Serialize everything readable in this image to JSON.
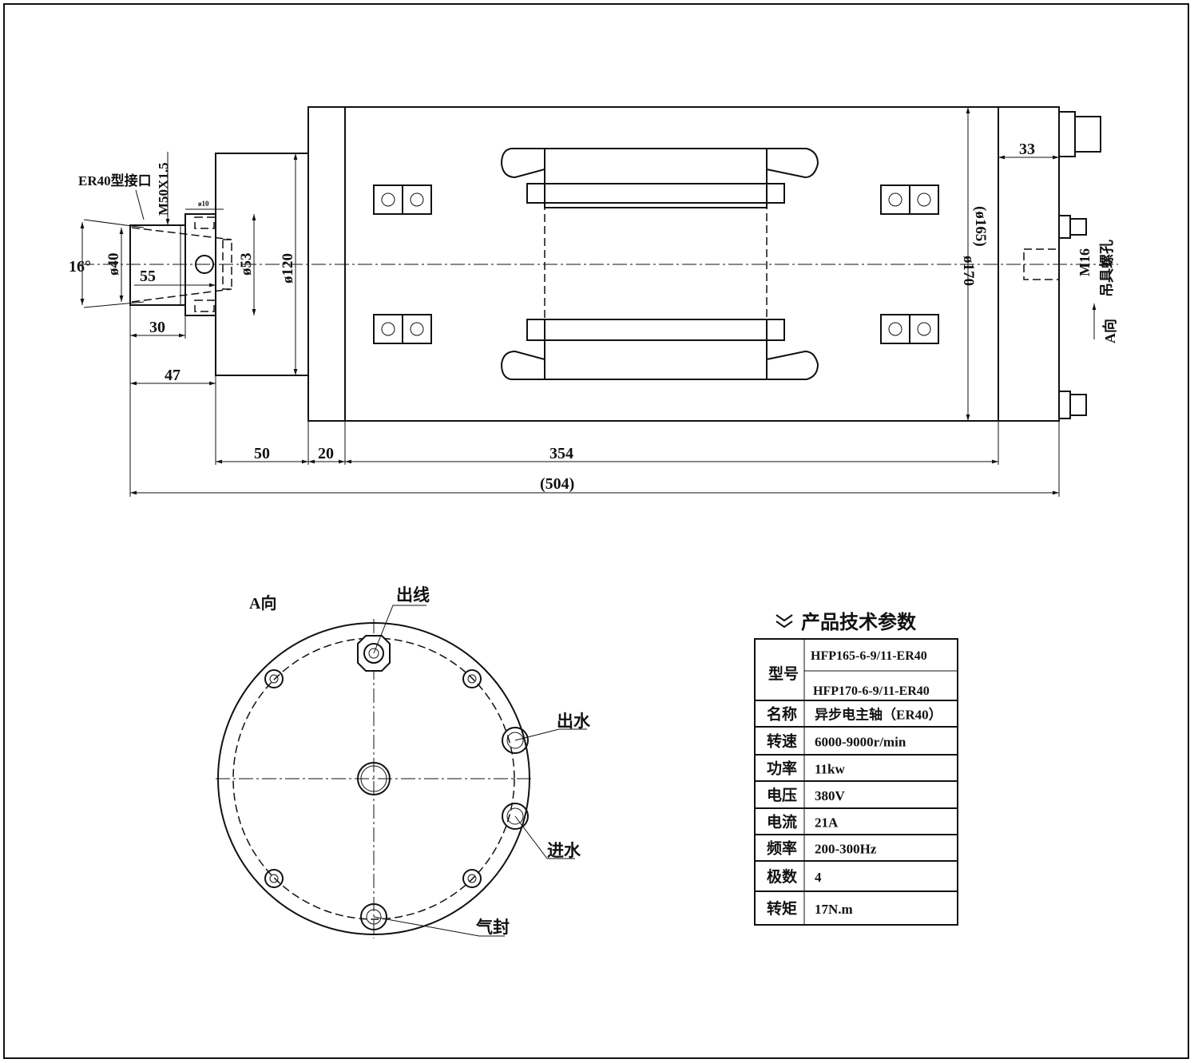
{
  "side_view": {
    "collet_label": "ER40型接口",
    "thread_label": "M50X1.5",
    "angle": "16°",
    "d40": "ø40",
    "d10": "ø10",
    "d53": "ø53",
    "d120": "ø120",
    "d170": "ø170",
    "d165": "(ø165)",
    "dim55": "55",
    "dim30": "30",
    "dim47": "47",
    "dim50": "50",
    "dim20": "20",
    "dim354": "354",
    "dim504": "(504)",
    "dim33": "33",
    "m16": "M16",
    "lift_hole": "吊具螺孔",
    "view_a": "A向"
  },
  "end_view": {
    "title": "A向",
    "cable_out": "出线",
    "water_out": "出水",
    "water_in": "进水",
    "air_seal": "气封"
  },
  "specs": {
    "title": "产品技术参数",
    "icon": "double-chevron-down-icon",
    "model_label": "型号",
    "models": [
      "HFP165-6-9/11-ER40",
      "HFP170-6-9/11-ER40"
    ],
    "rows": [
      {
        "label": "名称",
        "value": "异步电主轴（ER40）"
      },
      {
        "label": "转速",
        "value": "6000-9000r/min"
      },
      {
        "label": "功率",
        "value": "11kw"
      },
      {
        "label": "电压",
        "value": "380V"
      },
      {
        "label": "电流",
        "value": "21A"
      },
      {
        "label": "频率",
        "value": "200-300Hz"
      },
      {
        "label": "极数",
        "value": "4"
      },
      {
        "label": "转矩",
        "value": "17N.m"
      }
    ]
  }
}
